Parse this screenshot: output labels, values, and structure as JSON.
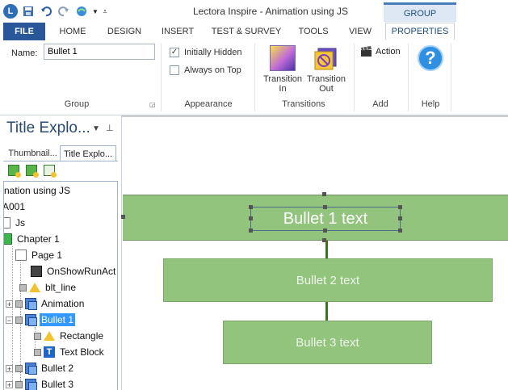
{
  "window": {
    "title": "Lectora Inspire - Animation using JS",
    "context_group": "GROUP"
  },
  "quick_access": {
    "logo": "L",
    "icons": [
      "save-icon",
      "undo-icon",
      "redo-icon",
      "publish-icon",
      "dropdown-icon",
      "customize-icon"
    ]
  },
  "tabs": {
    "file": "FILE",
    "home": "HOME",
    "design": "DESIGN",
    "insert": "INSERT",
    "test_survey": "TEST & SURVEY",
    "tools": "TOOLS",
    "view": "VIEW",
    "properties": "PROPERTIES"
  },
  "ribbon": {
    "name_label": "Name:",
    "name_value": "Bullet 1",
    "group_label": "Group",
    "initially_hidden": "Initially Hidden",
    "initially_hidden_checked": true,
    "always_on_top": "Always on Top",
    "always_on_top_checked": false,
    "appearance_label": "Appearance",
    "transition_in": "Transition In",
    "transition_out": "Transition Out",
    "transitions_label": "Transitions",
    "action": "Action",
    "add_label": "Add",
    "help_symbol": "?",
    "help_label": "Help"
  },
  "panel": {
    "title": "Title Explo...",
    "tab_thumbnails": "Thumbnail...",
    "tab_title_explorer": "Title Explo...",
    "tree": [
      {
        "label": "nation using JS"
      },
      {
        "label": "A001"
      },
      {
        "label": "Js"
      },
      {
        "label": "Chapter 1"
      },
      {
        "label": "Page 1"
      },
      {
        "label": "OnShowRunAct"
      },
      {
        "label": "blt_line"
      },
      {
        "label": "Animation"
      },
      {
        "label": "Bullet 1"
      },
      {
        "label": "Rectangle"
      },
      {
        "label": "Text Block"
      },
      {
        "label": "Bullet 2"
      },
      {
        "label": "Bullet 3"
      }
    ]
  },
  "canvas": {
    "bullet1": "Bullet 1 text",
    "bullet2": "Bullet 2 text",
    "bullet3": "Bullet 3 text"
  },
  "colors": {
    "file_tab": "#2a579a",
    "bullet_fill": "#93c47d",
    "connector": "#38761d",
    "selection": "#3399ff"
  }
}
